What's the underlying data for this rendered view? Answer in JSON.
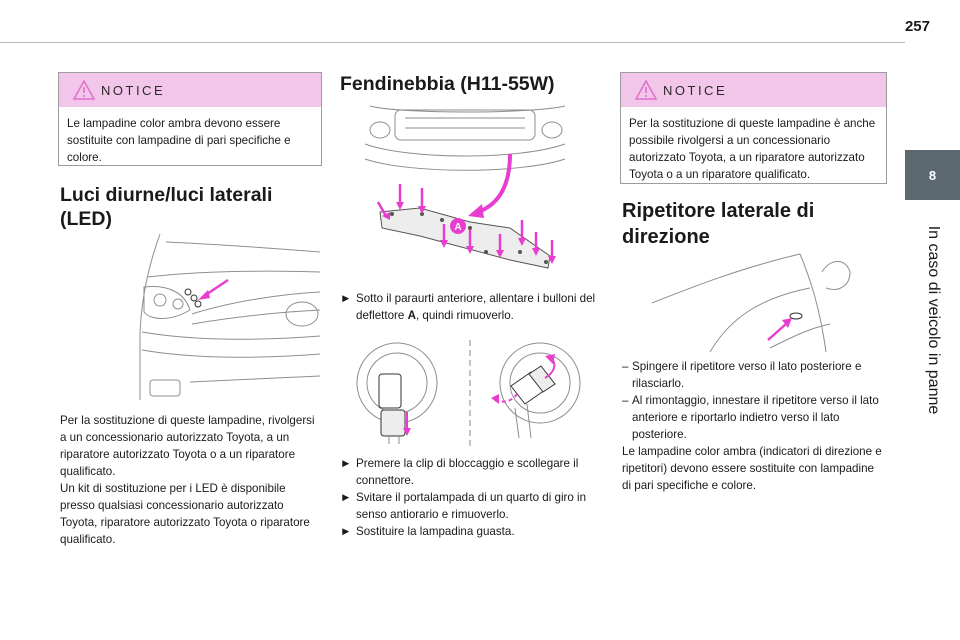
{
  "page": {
    "number": "257"
  },
  "side_tab": {
    "chapter_number": "8",
    "chapter_title": "In caso di veicolo in panne"
  },
  "colors": {
    "accent": "#f2c6ea",
    "arrow": "#e83ed0",
    "tab": "#5c6870"
  },
  "col1": {
    "notice": {
      "title": "NOTICE",
      "text": "Le lampadine color ambra devono essere sostituite con lampadine di pari specifiche e colore."
    },
    "heading": "Luci diurne/luci laterali (LED)",
    "para1": "Per la sostituzione di queste lampadine, rivolgersi a un concessionario autorizzato Toyota, a un riparatore autorizzato Toyota o a un riparatore qualificato.",
    "para2": "Un kit di sostituzione per i LED è disponibile presso qualsiasi concessionario autorizzato Toyota, riparatore autorizzato Toyota o riparatore qualificato."
  },
  "col2": {
    "heading": "Fendinebbia (H11-55W)",
    "callout_label": "A",
    "step1_pre": "Sotto il paraurti anteriore, allentare i bulloni del deflettore ",
    "step1_bold": "A",
    "step1_post": ", quindi rimuoverlo.",
    "steps": [
      "Premere la clip di bloccaggio e scollegare il connettore.",
      "Svitare il portalampada di un quarto di giro in senso antiorario e rimuoverlo.",
      "Sostituire la lampadina guasta."
    ],
    "bullet_symbol": "►"
  },
  "col3": {
    "notice": {
      "title": "NOTICE",
      "text": "Per la sostituzione di queste lampadine è anche possibile rivolgersi a un concessionario autorizzato Toyota, a un riparatore autorizzato Toyota o a un riparatore qualificato."
    },
    "heading": "Ripetitore laterale di direzione",
    "dash_symbol": "–",
    "dash_items": [
      "Spingere il ripetitore verso il lato posteriore e rilasciarlo.",
      "Al rimontaggio, innestare il ripetitore verso il lato anteriore e riportarlo indietro verso il lato posteriore."
    ],
    "para": "Le lampadine color ambra (indicatori di direzione e ripetitori) devono essere sostituite con lampadine di pari specifiche e colore."
  }
}
